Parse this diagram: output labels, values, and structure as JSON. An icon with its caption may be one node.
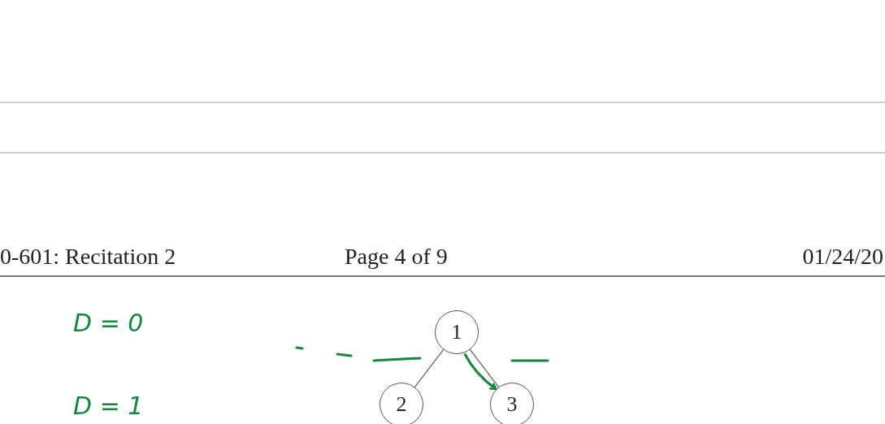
{
  "diagram": {
    "nodes": [
      {
        "text": [
          "1"
        ]
      },
      {
        "text": [
          "2"
        ]
      },
      {
        "text": [
          "3"
        ]
      }
    ],
    "edges": [
      {
        "from": 0,
        "to": 1,
        "arrow": "none"
      },
      {
        "from": 0,
        "to": 2,
        "arrow": "none"
      },
      {
        "from": 0,
        "to": 2,
        "arrow": "to",
        "style": "thick",
        "color": "#13883c"
      }
    ],
    "labels": [
      "0-601: Recitation 2",
      "Page 4 of 9",
      "01/24/20",
      "D = 0",
      "D = 1"
    ]
  }
}
